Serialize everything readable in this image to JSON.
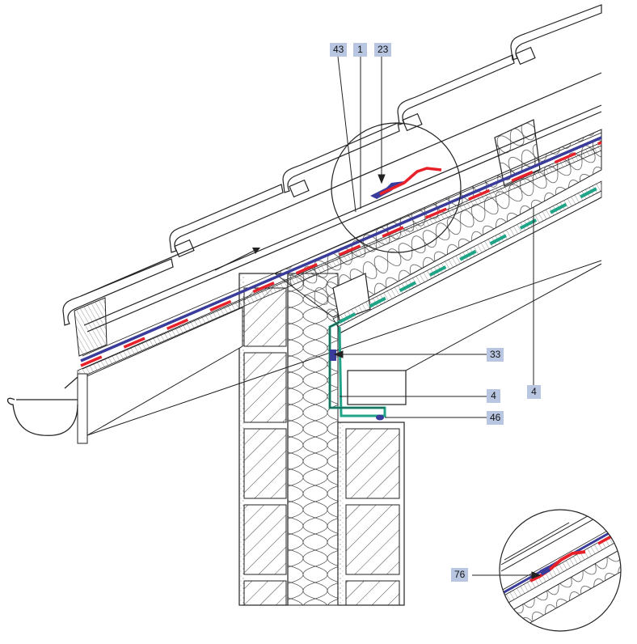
{
  "labels": {
    "l43": "43",
    "l1": "1",
    "l23": "23",
    "l33": "33",
    "l4a": "4",
    "l4b": "4",
    "l46": "46",
    "l76": "76"
  },
  "colors": {
    "label_bg": "#b9c6e2",
    "membrane_red": "#e8202a",
    "membrane_blue": "#3a3c9c",
    "vapour_green": "#1fa487",
    "line": "#222222"
  },
  "icons": {
    "flow_arrow": "arrow-up-right-icon",
    "detail_circle": "magnifier-circle-icon"
  }
}
